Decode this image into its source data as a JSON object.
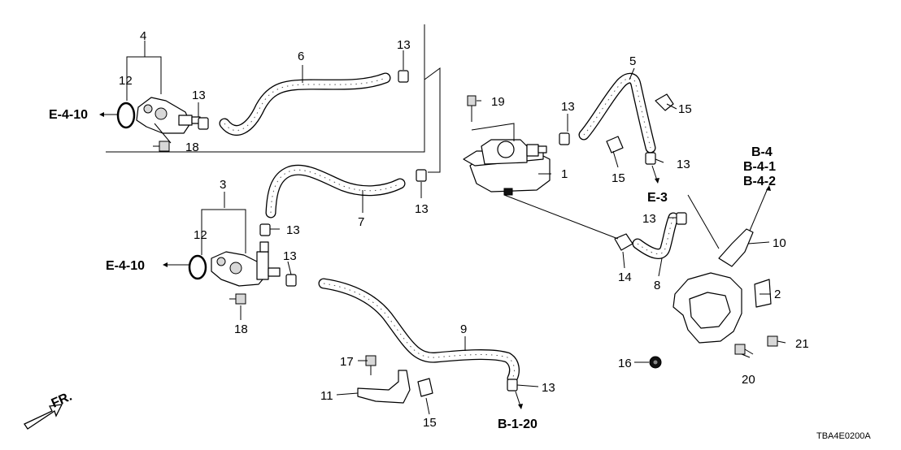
{
  "callouts": {
    "c1": "1",
    "c2": "2",
    "c3": "3",
    "c4": "4",
    "c5": "5",
    "c6": "6",
    "c7": "7",
    "c8": "8",
    "c9": "9",
    "c10": "10",
    "c11": "11",
    "c12a": "12",
    "c12b": "12",
    "c13a": "13",
    "c13b": "13",
    "c13c": "13",
    "c13d": "13",
    "c13e": "13",
    "c13f": "13",
    "c13g": "13",
    "c13h": "13",
    "c13i": "13",
    "c14": "14",
    "c15a": "15",
    "c15b": "15",
    "c15c": "15",
    "c16": "16",
    "c17": "17",
    "c18a": "18",
    "c18b": "18",
    "c19": "19",
    "c20": "20",
    "c21": "21"
  },
  "references": {
    "e410_top": "E-4-10",
    "e410_mid": "E-4-10",
    "e3": "E-3",
    "b4": "B-4",
    "b41": "B-4-1",
    "b42": "B-4-2",
    "b120": "B-1-20",
    "fr": "FR."
  },
  "diagram_code": "TBA4E0200A"
}
